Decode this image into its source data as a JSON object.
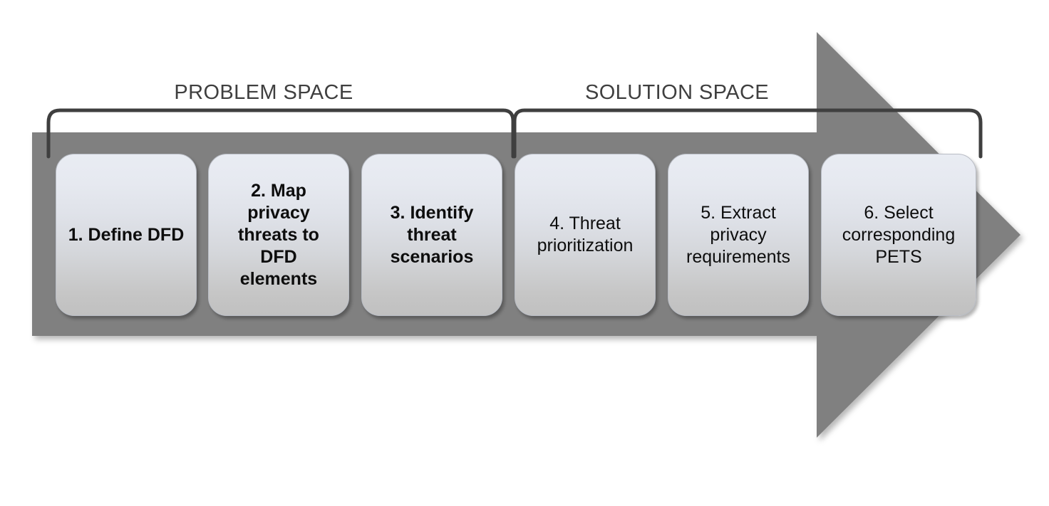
{
  "diagram": {
    "title": "Privacy threat modeling methodology process arrow",
    "colors": {
      "arrow_fill": "#808080",
      "bracket_stroke": "#3f3f3f",
      "label_text": "#3f3f3f",
      "box_gradient_top": "#e9ecf3",
      "box_gradient_bottom": "#c0c0c0",
      "box_text": "#0d0d0d",
      "background": "#ffffff"
    },
    "phases": [
      {
        "label": "PROBLEM SPACE"
      },
      {
        "label": "SOLUTION SPACE"
      }
    ],
    "steps": [
      {
        "label": "1. Define DFD",
        "weight": "bold"
      },
      {
        "label": "2. Map\nprivacy\nthreats to\nDFD\nelements",
        "weight": "bold"
      },
      {
        "label": "3. Identify\nthreat\nscenarios",
        "weight": "bold"
      },
      {
        "label": "4. Threat\nprioritization",
        "weight": "normal"
      },
      {
        "label": "5. Extract\nprivacy\nrequirements",
        "weight": "normal"
      },
      {
        "label": "6. Select\ncorresponding\nPETS",
        "weight": "normal"
      }
    ]
  }
}
